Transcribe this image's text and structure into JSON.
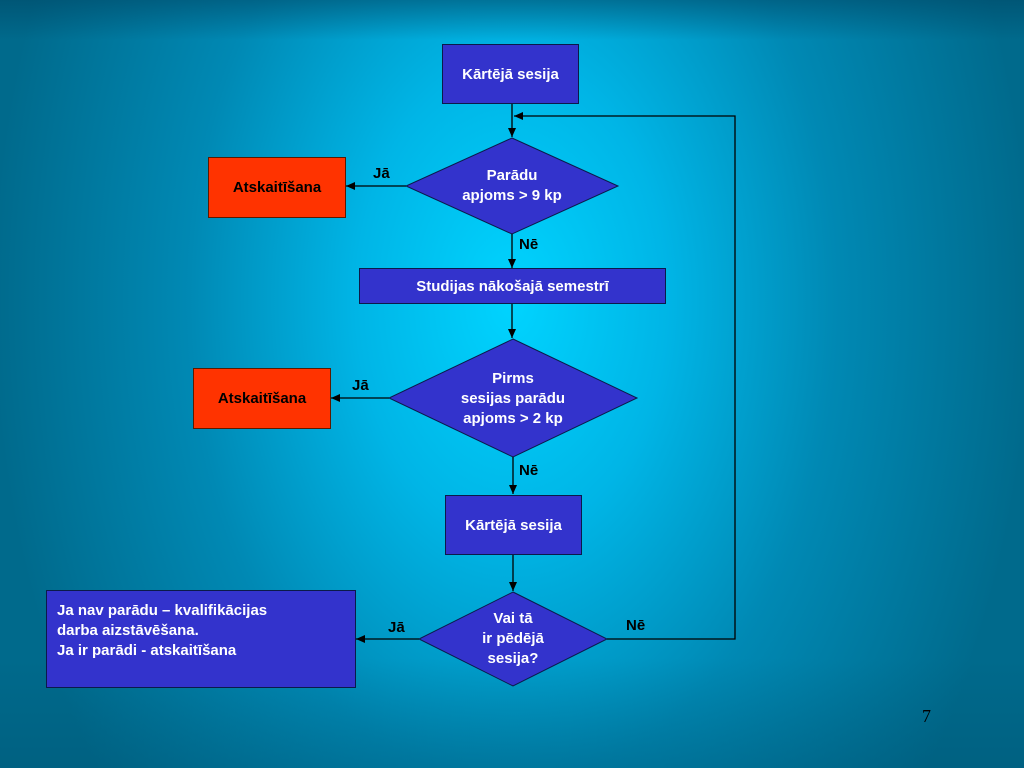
{
  "flowchart": {
    "start": "Kārtējā sesija",
    "decision1": "Parādu\napjoms > 9 kp",
    "result1": "Atskaitīšana",
    "yes1": "Jā",
    "no1": "Nē",
    "process1": "Studijas nākošajā semestrī",
    "decision2": "Pirms\nsesijas parādu\napjoms > 2 kp",
    "result2": "Atskaitīšana",
    "yes2": "Jā",
    "no2": "Nē",
    "process2": "Kārtējā sesija",
    "decision3": "Vai tā\nir pēdējā\nsesija?",
    "yes3": "Jā",
    "no3": "Nē",
    "final_note": "Ja nav parādu – kvalifikācijas\ndarba aizstāvēšana.\nJa ir parādi - atskaitīšana"
  },
  "page_number": "7",
  "colors": {
    "process_fill": "#3333cc",
    "terminal_fill": "#ff3300",
    "background_center": "#00d4ff"
  }
}
